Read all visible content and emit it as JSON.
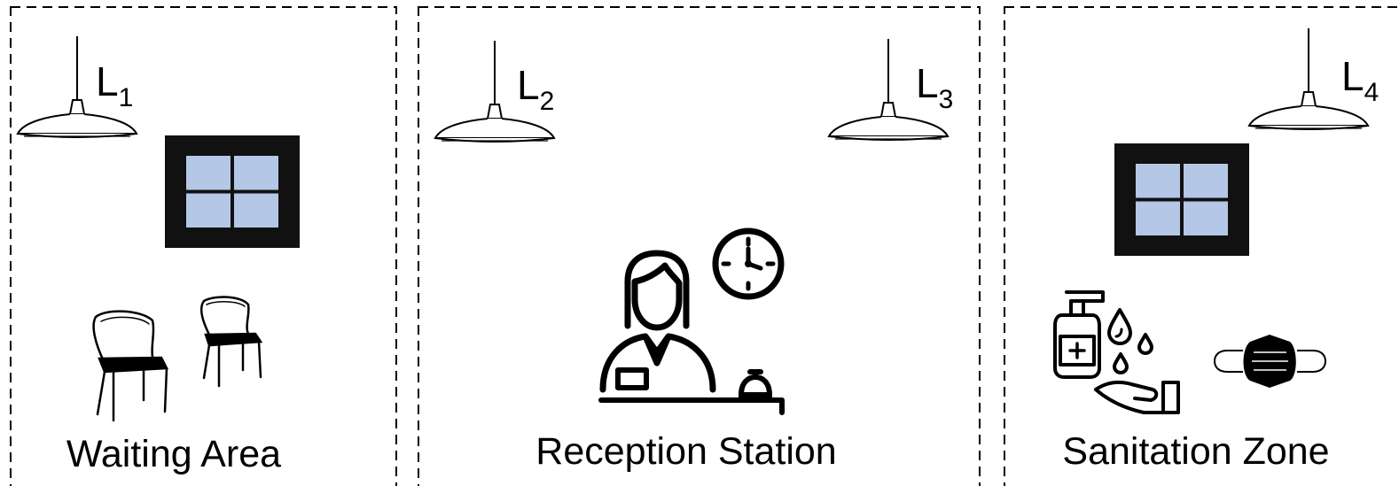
{
  "zones": [
    {
      "label": "Waiting Area",
      "lamps": [
        {
          "letter": "L",
          "index": "1"
        }
      ],
      "items": [
        "window-icon",
        "chair-icon",
        "chair-icon"
      ]
    },
    {
      "label": "Reception Station",
      "lamps": [
        {
          "letter": "L",
          "index": "2"
        },
        {
          "letter": "L",
          "index": "3"
        }
      ],
      "items": [
        "receptionist-icon",
        "clock-icon",
        "service-bell-icon"
      ]
    },
    {
      "label": "Sanitation Zone",
      "lamps": [
        {
          "letter": "L",
          "index": "4"
        }
      ],
      "items": [
        "window-icon",
        "hand-sanitizer-icon",
        "face-mask-icon"
      ]
    }
  ],
  "colors": {
    "border": "#000000",
    "window_frame": "#111111",
    "window_glass": "#b4c7e7",
    "mask": "#000000"
  }
}
